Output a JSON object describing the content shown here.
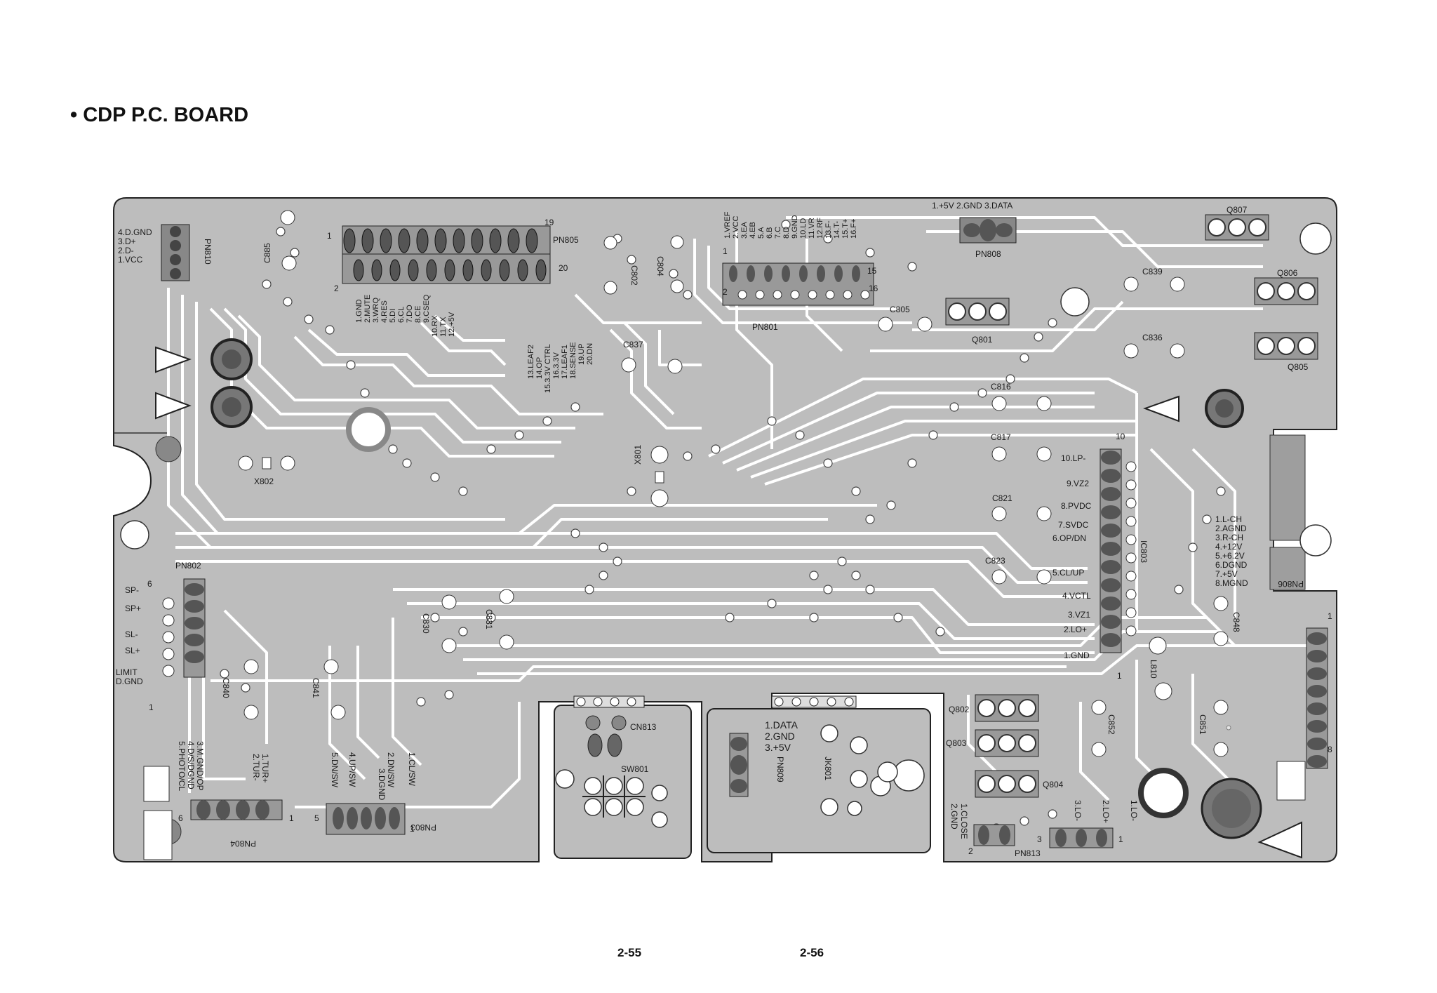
{
  "heading": "• CDP P.C. BOARD",
  "page_numbers": [
    "2-55",
    "2-56"
  ],
  "colors": {
    "board": "#bdbdbd",
    "trace": "#ffffff",
    "ink": "#1a1a1a",
    "background": "#ffffff"
  },
  "labels": {
    "pn810": "PN810",
    "pn810_pins": [
      "4.D.GND",
      "3.D+",
      "2.D-",
      "1.VCC"
    ],
    "pn805": "PN805",
    "pn805_n19": "19",
    "pn805_n20": "20",
    "pn805_n1": "1",
    "pn805_n2": "2",
    "pn805_sigs_left": [
      "1.GND",
      "2.MUTE",
      "3.WRQ",
      "4.RES",
      "5.DI",
      "6.CL",
      "7.DO",
      "8.CE",
      "9.CSEQ",
      "10.RX",
      "11.TX",
      "12.+5V"
    ],
    "pn805_sigs_right": [
      "13.LEAF2",
      "14.OP",
      "15.3.3V CTRL",
      "16.3.3V",
      "17.LEAF1",
      "18.SENSE",
      "19.UP",
      "20.DN"
    ],
    "c885": "C885",
    "c802": "C802",
    "c804": "C804",
    "c837": "C837",
    "x801": "X801",
    "x802": "X802",
    "pn801": "PN801",
    "pn801_n1": "1",
    "pn801_n2": "2",
    "pn801_n15": "15",
    "pn801_n16": "16",
    "pn801_sigs": [
      "1.VREF",
      "2.VCC",
      "3.EA",
      "4.EB",
      "5.A",
      "6.B",
      "7.C",
      "8.D",
      "9.GND",
      "10.LD",
      "11.VR",
      "12.RF",
      "13.F-",
      "14.T-",
      "15.T+",
      "16.F+"
    ],
    "pn808": "PN808",
    "pn808_pins": "1.+5V   2.GND   3.DATA",
    "c805": "C805",
    "q801": "Q801",
    "q807": "Q807",
    "q806": "Q806",
    "q805": "Q805",
    "c839": "C839",
    "c836": "C836",
    "c816": "C816",
    "c817": "C817",
    "c821": "C821",
    "c823": "C823",
    "ic803": "IC803",
    "ic803_n10": "10",
    "ic803_n1": "1",
    "ic803_pins": [
      "10.LP-",
      "9.VZ2",
      "8.PVDC",
      "7.SVDC",
      "6.OP/DN",
      "5.CL/UP",
      "4.VCTL",
      "3.VZ1",
      "2.LO+",
      "1.GND"
    ],
    "pn806": "PN806",
    "pn806_pins": [
      "1.L-CH",
      "2.AGND",
      "3.R-CH",
      "4.+12V",
      "5.+6.2V",
      "6.DGND",
      "7.+5V",
      "8.MGND"
    ],
    "pn806_n1": "1",
    "pn806_n8": "8",
    "c848": "C848",
    "l810": "L810",
    "c852": "C852",
    "c851": "C851",
    "q802": "Q802",
    "q803": "Q803",
    "q804": "Q804",
    "pn813": "PN813",
    "pn813_n1": "1",
    "pn813_n2": "2",
    "pn813_n3": "3",
    "pn813_pins": [
      "1.CLOSE",
      "2.GND",
      "3.LO-",
      "2.LO+",
      "1.LO-"
    ],
    "pn802": "PN802",
    "pn802_n6": "6",
    "pn802_n1": "1",
    "pn802_pins": [
      "SP-",
      "SP+",
      "SL-",
      "SL+",
      "LIMIT",
      "D.GND"
    ],
    "c830": "C830",
    "c831": "C831",
    "c840": "C840",
    "c841": "C841",
    "pn804": "PN804",
    "pn804_pins": [
      "1.TUR+",
      "2.TUR-"
    ],
    "pn804_pins2": [
      "3.M.GND/OP",
      "4.D/S/DGND",
      "5.PHOTO/CL"
    ],
    "pn804_n6": "6",
    "pn804_n1": "1",
    "pn803": "PN803",
    "pn803_pins": [
      "1.CL/SW",
      "2.DN/SW",
      "3.DGND",
      "4.UP/SW",
      "5.DN/SW"
    ],
    "pn803_n5": "5",
    "pn803_n1": "1",
    "cn813": "CN813",
    "sw801": "SW801",
    "pn809": "PN809",
    "pn809_pins": [
      "1.DATA",
      "2.GND",
      "3.+5V"
    ],
    "jk801": "JK801"
  }
}
